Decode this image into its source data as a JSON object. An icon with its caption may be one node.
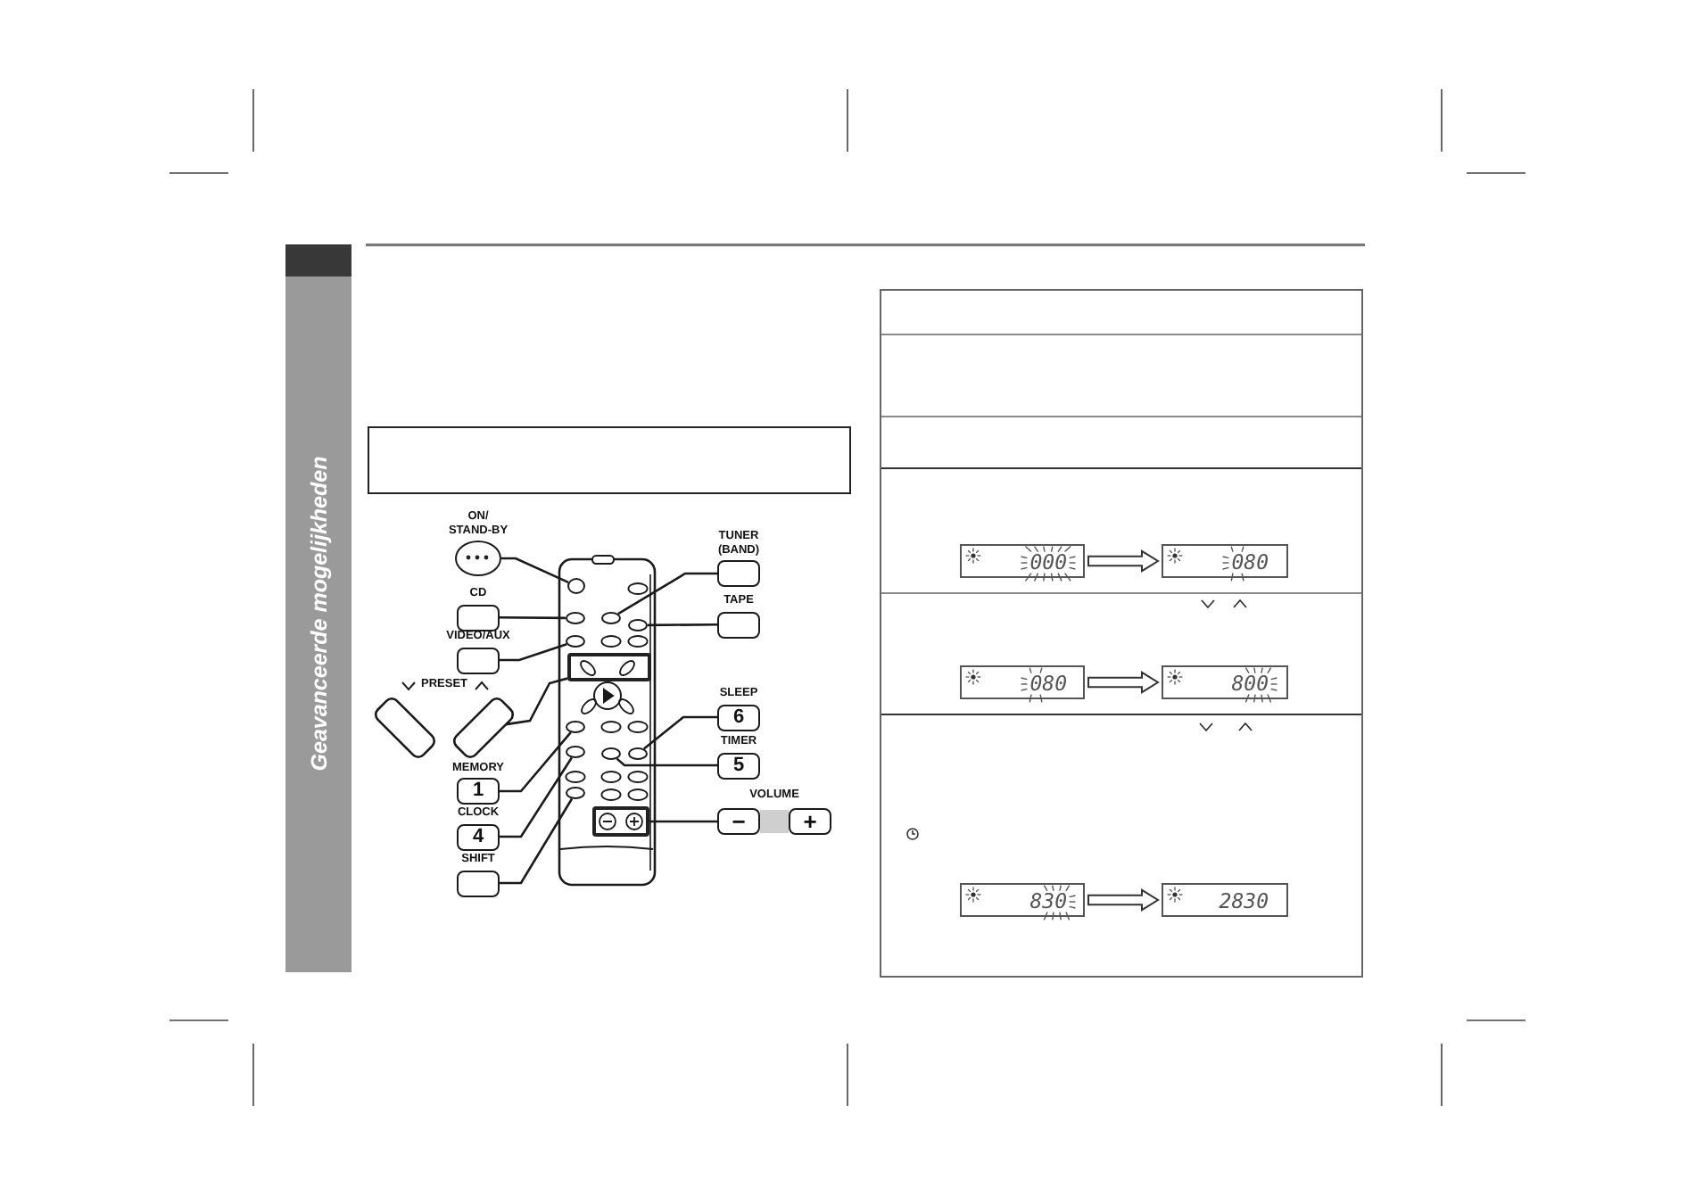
{
  "diagram": {
    "nodes": [
      {
        "text": [],
        "shape": "box"
      },
      {
        "text": [
          "ON/ STAND-BY"
        ]
      },
      {
        "text": [
          "CD"
        ]
      },
      {
        "text": [
          "VIDEO/AUX"
        ]
      },
      {
        "text": [
          "PRESET"
        ]
      },
      {
        "text": [
          "MEMORY",
          "1"
        ]
      },
      {
        "text": [
          "CLOCK",
          "4"
        ]
      },
      {
        "text": [
          "SHIFT"
        ]
      },
      {
        "text": [
          "TUNER (BAND)"
        ]
      },
      {
        "text": [
          "TAPE"
        ]
      },
      {
        "text": [
          "SLEEP",
          "6"
        ]
      },
      {
        "text": [
          "TIMER",
          "5"
        ]
      },
      {
        "text": [
          "VOLUME",
          "−",
          "+"
        ]
      },
      {
        "text": [],
        "shape": "picture"
      },
      {
        "text": [],
        "shape": "circle",
        "in": 13
      },
      {
        "text": [],
        "shape": "circle",
        "in": 13
      },
      {
        "text": [],
        "shape": "circle",
        "in": 13
      },
      {
        "text": [],
        "shape": "circle",
        "in": 13
      },
      {
        "text": [],
        "shape": "circle",
        "in": 13
      },
      {
        "text": [],
        "shape": "box",
        "in": 13
      },
      {
        "text": [],
        "shape": "circle",
        "in": 13
      },
      {
        "text": [],
        "shape": "circle",
        "in": 13
      },
      {
        "text": [],
        "shape": "circle",
        "in": 13
      },
      {
        "text": [],
        "shape": "circle",
        "in": 13
      },
      {
        "text": [],
        "shape": "circle",
        "in": 13
      },
      {
        "text": [],
        "shape": "box",
        "in": 13
      },
      {
        "text": [
          "000"
        ]
      },
      {
        "text": [
          "080"
        ]
      },
      {
        "text": [
          "080"
        ]
      },
      {
        "text": [
          "800"
        ]
      },
      {
        "text": [
          "830"
        ]
      },
      {
        "text": [
          "2830"
        ]
      }
    ],
    "edges": [
      {
        "from": 1,
        "to": 14,
        "arrow": "none"
      },
      {
        "from": 2,
        "to": 15,
        "arrow": "none"
      },
      {
        "from": 3,
        "to": 18,
        "arrow": "none"
      },
      {
        "from": 4,
        "to": 19,
        "arrow": "none"
      },
      {
        "from": 5,
        "to": 20,
        "arrow": "none"
      },
      {
        "from": 6,
        "to": 21,
        "arrow": "none"
      },
      {
        "from": 7,
        "to": 24,
        "arrow": "none"
      },
      {
        "from": 8,
        "to": 16,
        "arrow": "none"
      },
      {
        "from": 9,
        "to": 17,
        "arrow": "none"
      },
      {
        "from": 10,
        "to": 23,
        "arrow": "none"
      },
      {
        "from": 11,
        "to": 22,
        "arrow": "none"
      },
      {
        "from": 12,
        "to": 25,
        "arrow": "none"
      },
      {
        "from": 26,
        "to": 27,
        "arrow": "to",
        "style": "thick"
      },
      {
        "from": 28,
        "to": 29,
        "arrow": "to",
        "style": "thick"
      },
      {
        "from": 30,
        "to": 31,
        "arrow": "to",
        "style": "thick"
      }
    ],
    "labels": [
      "Geavanceerde mogelijkheden"
    ]
  }
}
